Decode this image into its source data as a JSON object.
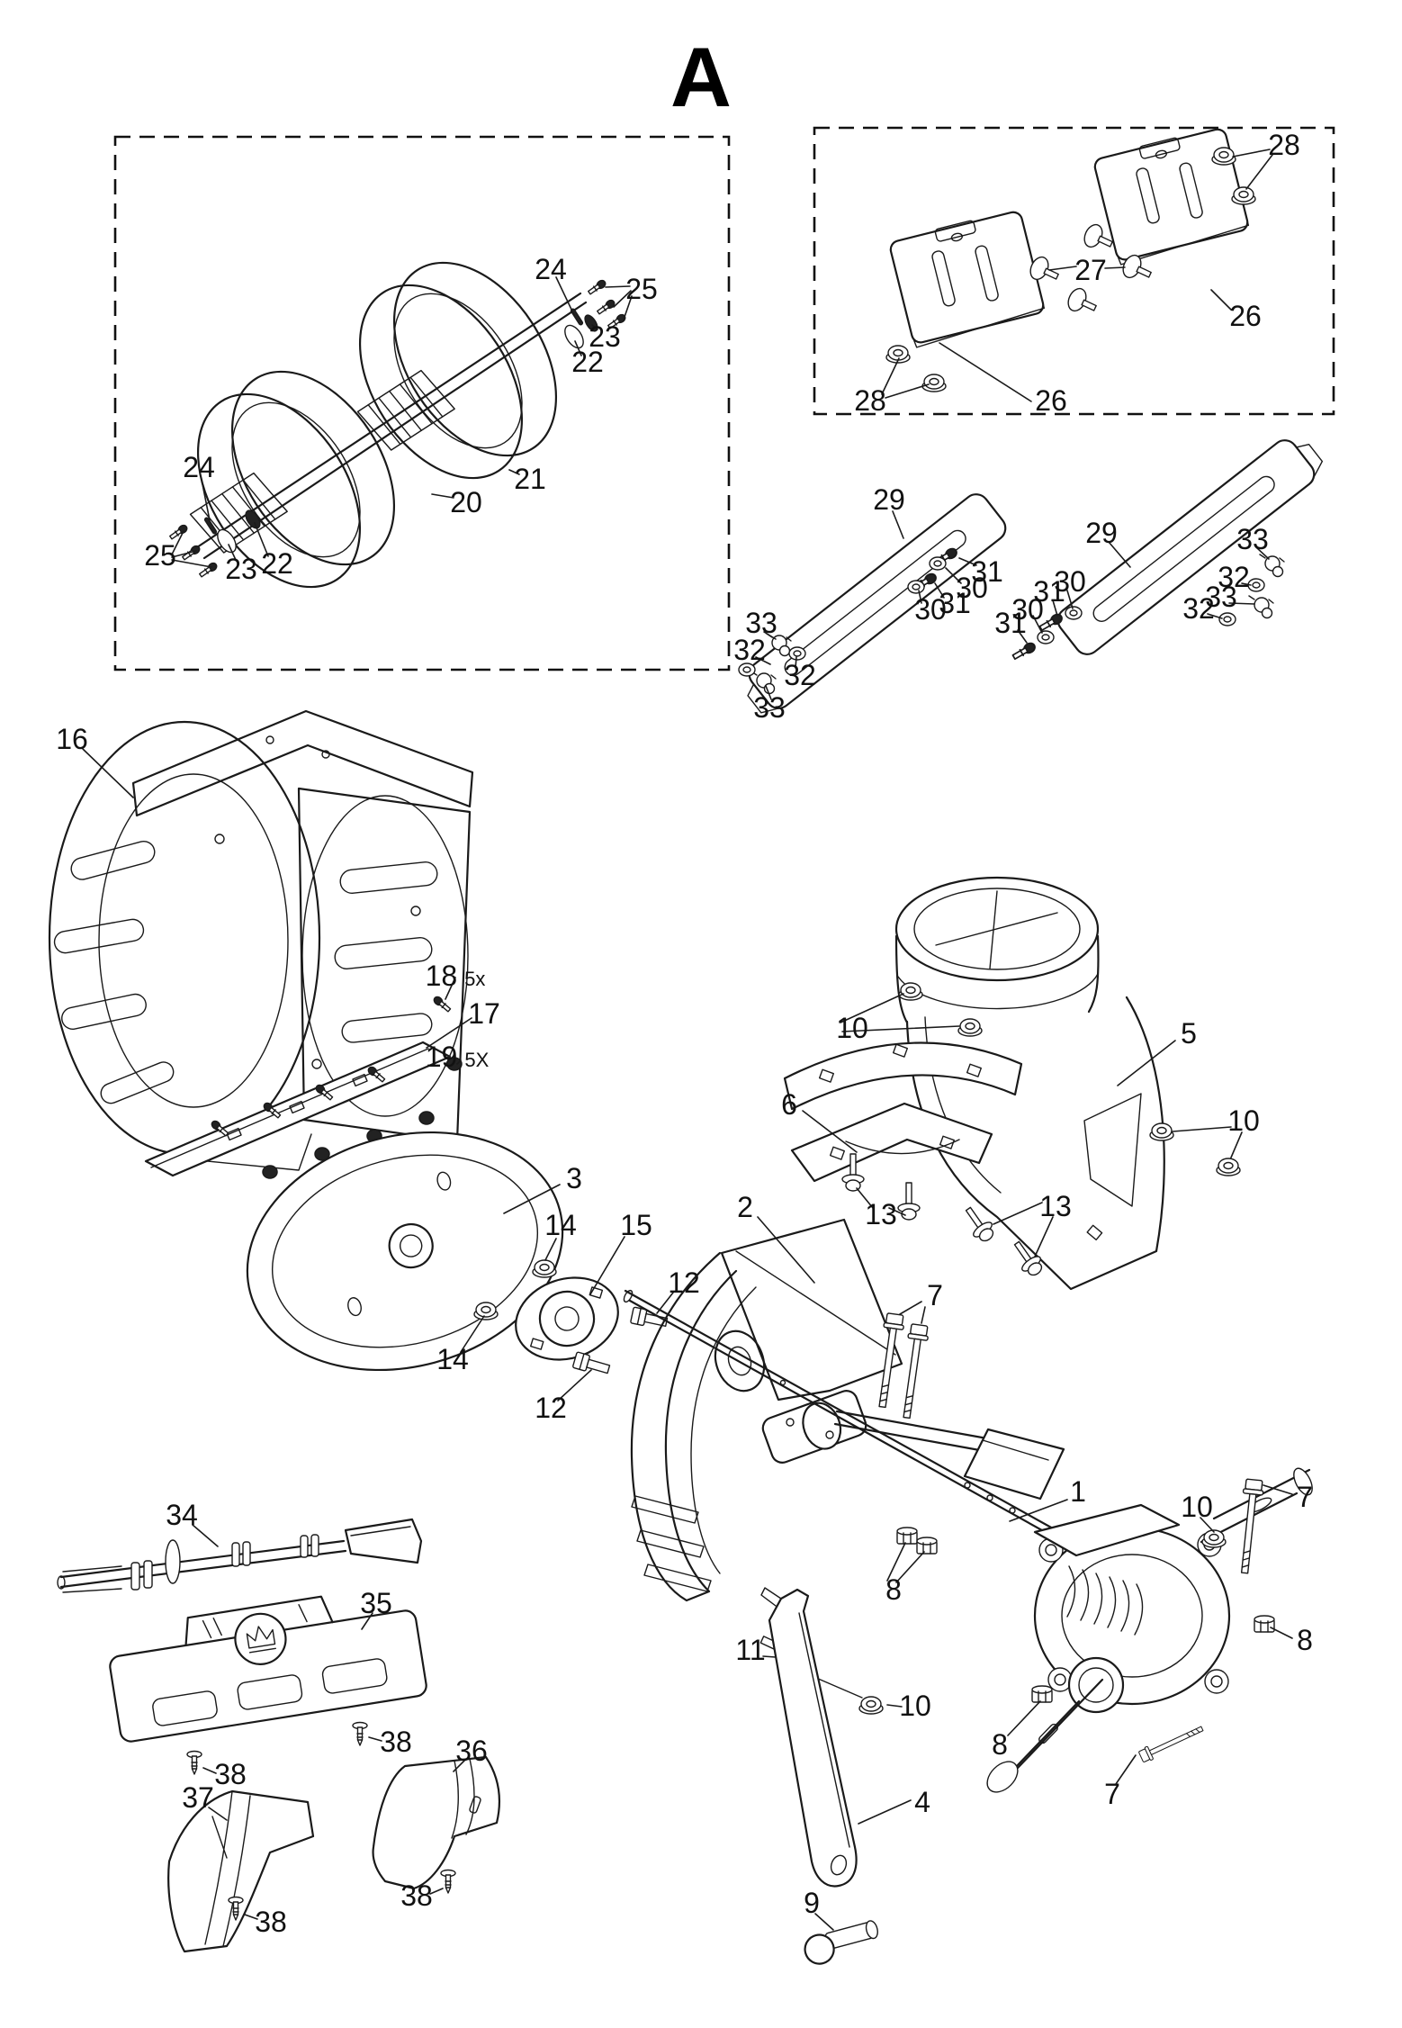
{
  "title": "A",
  "diagram_type": "exploded-parts-diagram",
  "colors": {
    "line": "#1a1a1a",
    "background": "#ffffff",
    "label": "#111111"
  },
  "callout_labels": {
    "p1": "1",
    "p2": "2",
    "p3": "3",
    "p4": "4",
    "p5": "5",
    "p6": "6",
    "p7": "7",
    "p8": "8",
    "p9": "9",
    "p10": "10",
    "p11": "11",
    "p12": "12",
    "p13": "13",
    "p14": "14",
    "p15": "15",
    "p16": "16",
    "p17": "17",
    "p18": "18",
    "p19": "19",
    "p20": "20",
    "p21": "21",
    "p22": "22",
    "p23": "23",
    "p24": "24",
    "p25": "25",
    "p26": "26",
    "p27": "27",
    "p28": "28",
    "p29": "29",
    "p30": "30",
    "p31": "31",
    "p32": "32",
    "p33": "33",
    "p34": "34",
    "p35": "35",
    "p36": "36",
    "p37": "37",
    "p38": "38"
  },
  "quantity_notes": {
    "p18": "5x",
    "p19": "5X"
  }
}
